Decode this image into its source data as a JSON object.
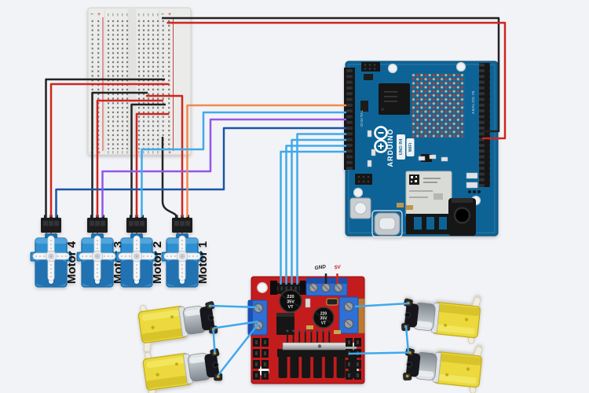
{
  "colors": {
    "wire_black": "#232323",
    "wire_red": "#cf2620",
    "wire_navy": "#1a55a8",
    "wire_purple": "#9257e8",
    "wire_sky": "#3fa9ec",
    "wire_orange": "#f28a4e"
  },
  "board_colors": {
    "breadboard": "#ebebe9",
    "arduino": "#0d6396",
    "driver": "#c41a1f",
    "servo": "#2e8fd0",
    "motor": "#ecd93c"
  },
  "breadboard": {
    "neg": "−",
    "pos": "+"
  },
  "servos": [
    {
      "label": "Motor 4"
    },
    {
      "label": "Motor 3"
    },
    {
      "label": "Motor 2"
    },
    {
      "label": "Motor 1"
    }
  ],
  "driver": {
    "gnd_label": "GND",
    "v5_label": "5V",
    "cap_lines": [
      "220",
      "35V",
      "VT"
    ]
  },
  "arduino": {
    "brand": "ARDUINO",
    "model": "UNO R4",
    "variant": "WiFi",
    "digital_label": "DIGITAL",
    "analog_label": "ANALOG IN"
  }
}
